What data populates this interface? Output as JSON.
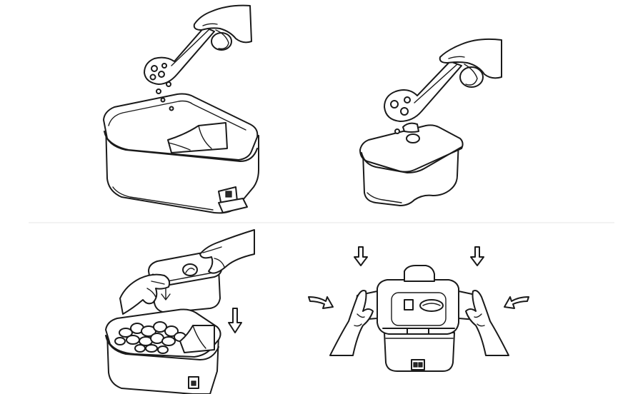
{
  "figure": {
    "background_color": "#ffffff",
    "line_color": "#1a1a1a",
    "panels": [
      {
        "id": "step-1",
        "icons": [
          "hand-icon",
          "tongs-icon",
          "water-drops-icon",
          "large-container-icon",
          "latch-icon"
        ]
      },
      {
        "id": "step-2",
        "icons": [
          "hand-icon",
          "tongs-icon",
          "small-container-icon"
        ]
      },
      {
        "id": "step-3",
        "icons": [
          "hand-icon",
          "lid-tray-icon",
          "large-container-icon",
          "down-arrow-icon"
        ]
      },
      {
        "id": "step-4",
        "icons": [
          "hand-icon",
          "small-container-icon",
          "down-arrow-icon",
          "side-arrow-icon"
        ]
      }
    ]
  }
}
